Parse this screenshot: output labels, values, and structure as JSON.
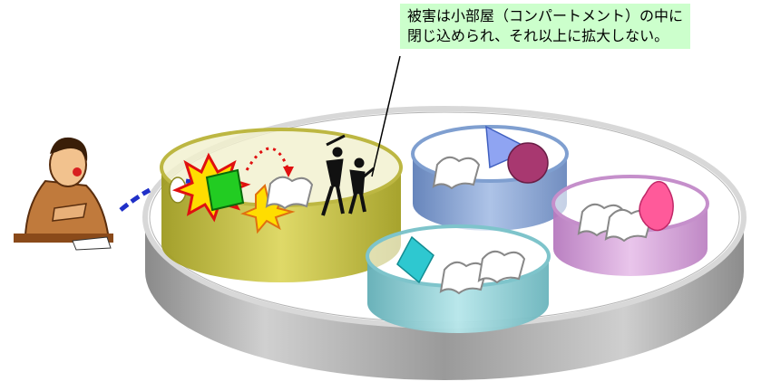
{
  "callout": {
    "line1": "被害は小部屋（コンパートメント）の中に",
    "line2": "閉じ込められ、それ以上に拡大しない。",
    "background": "#ccffcc"
  },
  "compartments": [
    {
      "name": "infected-compartment",
      "color": "#c9c23a"
    },
    {
      "name": "blue-compartment",
      "color": "#7f9fd0"
    },
    {
      "name": "pink-compartment",
      "color": "#d4a0d8"
    },
    {
      "name": "teal-compartment",
      "color": "#8fd0d6"
    }
  ],
  "outer_ring_color": "#a9a9a9",
  "icons": [
    "attacker-icon",
    "virus-arrow-icon",
    "explosion-icon",
    "green-box-icon",
    "document-icon",
    "struggling-figures-icon",
    "triangle-icon",
    "circle-icon",
    "diamond-icon",
    "blob-icon"
  ]
}
